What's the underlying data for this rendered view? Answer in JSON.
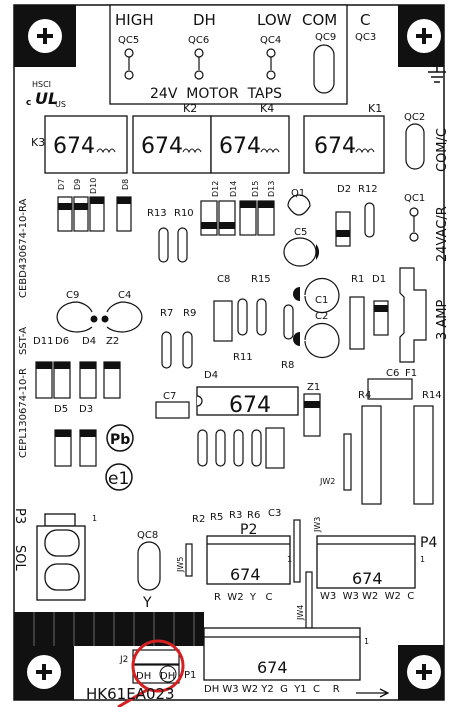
{
  "taps_box": {
    "labels": [
      "HIGH",
      "DH",
      "LOW",
      "COM",
      "C"
    ],
    "connectors": [
      "QC5",
      "QC6",
      "QC4",
      "QC9",
      "QC3"
    ],
    "caption": "24V  MOTOR  TAPS"
  },
  "logos": {
    "hsci": "HSCI",
    "ul_left": "c",
    "ul_right": "US",
    "pb": "Pb",
    "e1": "e1"
  },
  "relays": {
    "k3": {
      "id": "K3",
      "value": "674"
    },
    "k2": {
      "id": "K2",
      "value": "674"
    },
    "k4": {
      "id": "K4",
      "value": "674"
    },
    "k1": {
      "id": "K1",
      "value": "674"
    }
  },
  "vertical_text": {
    "ceb": "CEBD430674-10-RA",
    "sst": "SST-A",
    "cepl": "CEPL130674-10-R",
    "comc": "COM/C",
    "vac": "24VAC/R",
    "amp": "3 AMP"
  },
  "labels": {
    "qc2": "QC2",
    "qc1": "QC1",
    "q1": "Q1",
    "d2": "D2",
    "r12": "R12",
    "c5": "C5",
    "d7": "D7",
    "d9": "D9",
    "d10": "D10",
    "d8": "D8",
    "d12": "D12",
    "d14": "D14",
    "d15": "D15",
    "d13": "D13",
    "r13": "R13",
    "r10": "R10",
    "c9": "C9",
    "c4": "C4",
    "c8": "C8",
    "r15": "R15",
    "c1": "C1",
    "c2": "C2",
    "r1": "R1",
    "d1": "D1",
    "r7": "R7",
    "r9": "R9",
    "r11": "R11",
    "r8": "R8",
    "f1": "F1",
    "d11": "D11",
    "d6": "D6",
    "d4a": "D4",
    "z2": "Z2",
    "d4b": "D4",
    "c7": "C7",
    "c6": "C6",
    "z1": "Z1",
    "r4": "R4",
    "r14": "R14",
    "d5": "D5",
    "d3": "D3",
    "jw2": "JW2",
    "p3": "P3",
    "pin1_p3": "1",
    "sol": "SOL",
    "qc8": "QC8",
    "y": "Y",
    "jw5": "JW5",
    "r2": "R2",
    "r5": "R5",
    "r3": "R3",
    "r6": "R6",
    "c3": "C3",
    "p2": "P2",
    "jw3": "JW3",
    "jw4": "JW4",
    "p4": "P4",
    "pin1_p2": "1",
    "pin1_p4": "1",
    "pin1_p1": "1",
    "j2": "J2",
    "p1": "P1",
    "model": "HK61EA023"
  },
  "chip_main": "674",
  "p2_block": {
    "value": "674",
    "pins": "R  W2  Y   C"
  },
  "p4_block": {
    "value": "674",
    "pins": "W3  W3 W2  W2  C"
  },
  "p1_block": {
    "value": "674",
    "pins": "DH W3 W2 Y2  G  Y1  C    R"
  },
  "j2_jumper": {
    "left": "DH",
    "right": "DH"
  }
}
